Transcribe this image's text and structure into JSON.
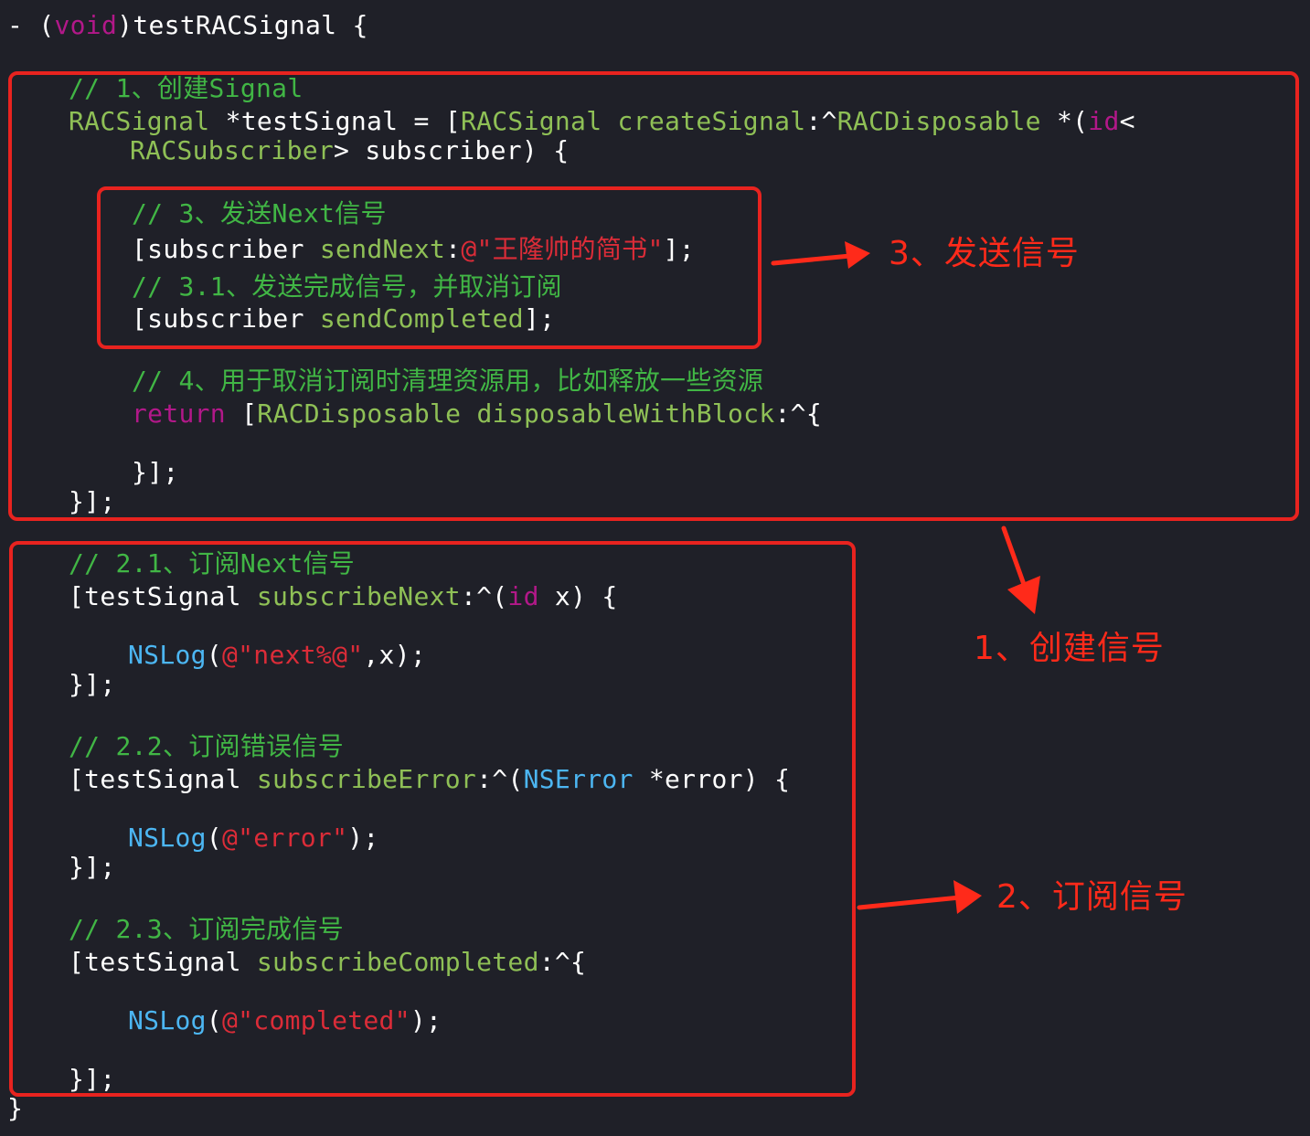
{
  "code": {
    "l01": [
      "- (",
      "void",
      ")testRACSignal {"
    ],
    "l02": "// 1、创建Signal",
    "l03": [
      "RACSignal",
      " *testSignal = [",
      "RACSignal",
      " ",
      "createSignal",
      ":^",
      "RACDisposable",
      " *(",
      "id",
      "<"
    ],
    "l04": [
      "RACSubscriber",
      "> subscriber) {"
    ],
    "l05": "// 3、发送Next信号",
    "l06": [
      "[subscriber ",
      "sendNext",
      ":",
      "@\"王隆帅的简书\"",
      "];"
    ],
    "l07": "// 3.1、发送完成信号，并取消订阅",
    "l08": [
      "[subscriber ",
      "sendCompleted",
      "];"
    ],
    "l09": "// 4、用于取消订阅时清理资源用，比如释放一些资源",
    "l10": [
      "return",
      " [",
      "RACDisposable",
      " ",
      "disposableWithBlock",
      ":^{"
    ],
    "l11": "}];",
    "l12": "}];",
    "l13": "// 2.1、订阅Next信号",
    "l14": [
      "[testSignal ",
      "subscribeNext",
      ":^(",
      "id",
      " x) {"
    ],
    "l15": [
      "NSLog",
      "(",
      "@\"next%@\"",
      ",x);"
    ],
    "l16": "}];",
    "l17": "// 2.2、订阅错误信号",
    "l18": [
      "[testSignal ",
      "subscribeError",
      ":^(",
      "NSError",
      " *error) {"
    ],
    "l19": [
      "NSLog",
      "(",
      "@\"error\"",
      ");"
    ],
    "l20": "}];",
    "l21": "// 2.3、订阅完成信号",
    "l22": [
      "[testSignal ",
      "subscribeCompleted",
      ":^{"
    ],
    "l23": [
      "NSLog",
      "(",
      "@\"completed\"",
      ");"
    ],
    "l24": "}];",
    "l25": "}"
  },
  "annotations": {
    "send": "3、发送信号",
    "create": "1、创建信号",
    "subscribe": "2、订阅信号"
  },
  "colors": {
    "background": "#1f2028",
    "annotation": "#ff2a1a",
    "comment": "#41b645",
    "keyword": "#b21889",
    "method": "#8fc056",
    "string": "#db2c38",
    "nsclass": "#4cb6f2"
  }
}
